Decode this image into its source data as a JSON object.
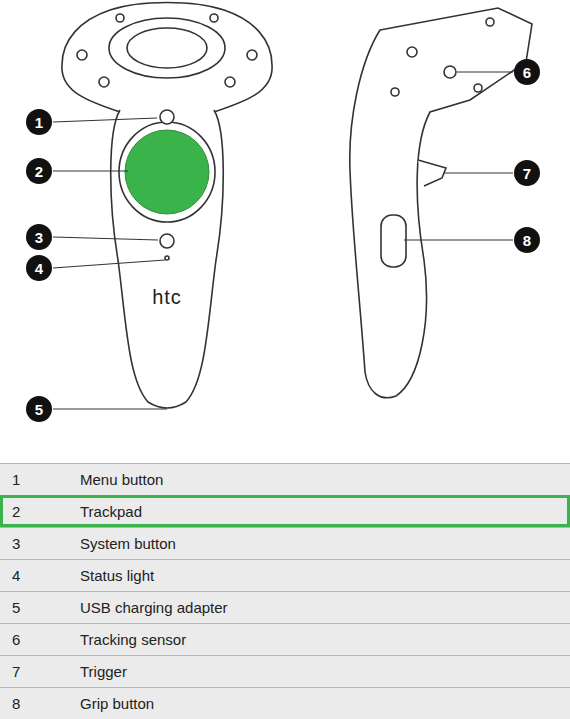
{
  "diagram": {
    "nodes": [
      {
        "text": [
          "1"
        ]
      },
      {
        "text": [
          "2"
        ]
      },
      {
        "text": [
          "3"
        ]
      },
      {
        "text": [
          "4"
        ]
      },
      {
        "text": [
          "5"
        ]
      },
      {
        "text": [
          "6"
        ]
      },
      {
        "text": [
          "7"
        ]
      },
      {
        "text": [
          "8"
        ]
      }
    ],
    "labels": [
      "htc",
      "1",
      "Menu button",
      "2",
      "Trackpad",
      "3",
      "System button",
      "4",
      "Status light",
      "5",
      "USB charging adapter",
      "6",
      "Tracking sensor",
      "7",
      "Trigger",
      "8",
      "Grip button"
    ]
  }
}
